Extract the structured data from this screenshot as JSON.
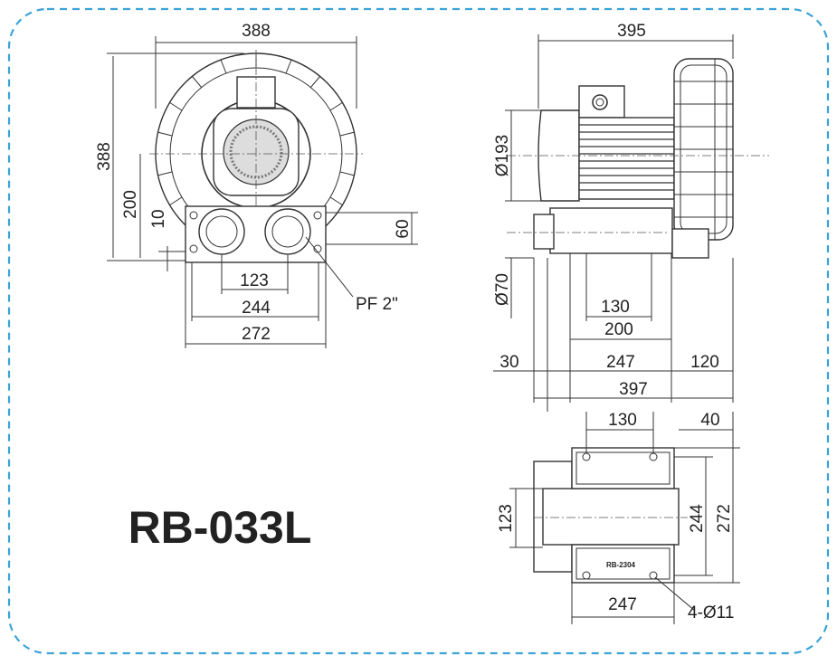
{
  "model": "RB-033L",
  "nameplate": "RB-2304",
  "border_color": "#3ba3d8",
  "front_view": {
    "width": "388",
    "height": "388",
    "center_height": "200",
    "base_offset": "10",
    "flange_height": "60",
    "port_spacing": "123",
    "base_inner": "244",
    "base_outer": "272",
    "port_label": "PF 2\""
  },
  "side_view": {
    "overall_top": "395",
    "motor_diameter": "Ø193",
    "port_diameter": "Ø70",
    "foot_spacing": "130",
    "base_inner": "200",
    "left_offset": "30",
    "base_length": "247",
    "right_offset": "120",
    "overall_length": "397"
  },
  "bottom_view": {
    "hole_spacing": "130",
    "edge_offset": "40",
    "port_spacing": "123",
    "inner_width": "244",
    "outer_width": "272",
    "base_length": "247",
    "holes": "4-Ø11"
  }
}
